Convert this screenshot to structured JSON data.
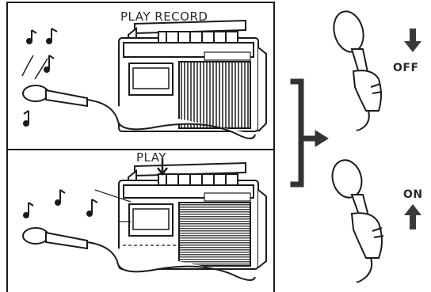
{
  "labels": {
    "play_record": "PLAY RECORD",
    "play": "PLAY",
    "off": "OFF",
    "on": "ON"
  },
  "colors": {
    "ink": "#1b1b1b",
    "paper": "#ffffff",
    "grille": "#555555"
  },
  "icons": [
    "music-note-icon",
    "microphone-icon",
    "arrow-down-icon",
    "arrow-up-icon",
    "bracket-arrow-icon"
  ]
}
